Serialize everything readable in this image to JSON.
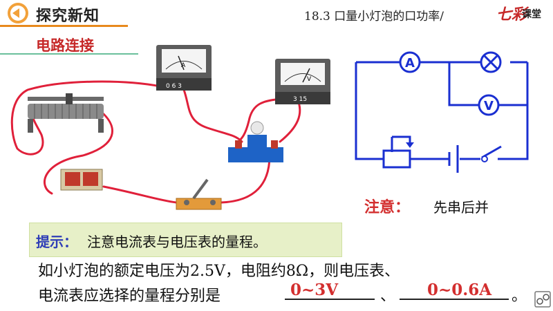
{
  "header": {
    "title": "探究新知",
    "lesson": "18.3 口量小灯泡的口功率/",
    "brand_logo": "七彩",
    "brand_suffix": "课堂"
  },
  "section": {
    "title": "电路连接"
  },
  "apparatus": {
    "ammeter": {
      "face_label": "A",
      "terminals": "0  6  3"
    },
    "voltmeter": {
      "face_label": "V",
      "terminals": "3  15"
    }
  },
  "schematic": {
    "ammeter_symbol": "A",
    "voltmeter_symbol": "V"
  },
  "note": {
    "label": "注意：",
    "text": "先串后并"
  },
  "hint": {
    "label": "提示：",
    "text": "注意电流表与电压表的量程。"
  },
  "question": {
    "line1": "如小灯泡的额定电压为2.5V，电阻约8Ω，则电压表、",
    "line2": "电流表应选择的量程分别是",
    "answer1": "0~3V",
    "separator": "、",
    "answer2": "0~0.6A",
    "end": "。"
  },
  "colors": {
    "accent": "#e8891d",
    "section_red": "#c62828",
    "wire_red": "#e0203a",
    "schematic_blue": "#1a2fd1",
    "hint_bg": "#e7f0c8",
    "hint_blue": "#2e3db7",
    "answer_red": "#d32f2f"
  }
}
